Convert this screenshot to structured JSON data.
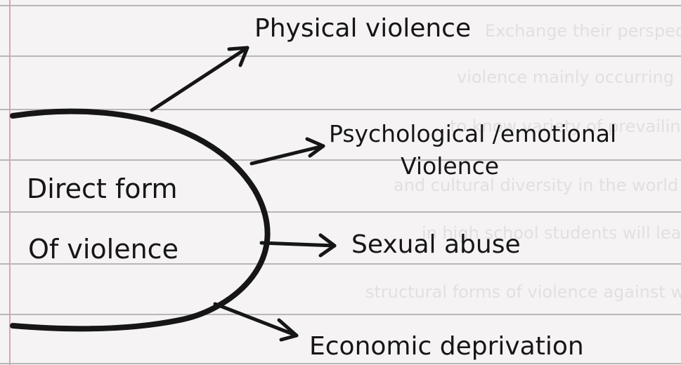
{
  "colors": {
    "paper": "#f5f3f4",
    "rule_line": "#b9b6ba",
    "margin_line": "#d9a6ad",
    "ink": "#161616",
    "bleed_through": "#8a8a8c"
  },
  "center": {
    "line1": "Direct form",
    "line2": "Of violence"
  },
  "branches": [
    {
      "label": "Physical violence"
    },
    {
      "label": "Psychological /emotional",
      "label2": "Violence"
    },
    {
      "label": "Sexual abuse"
    },
    {
      "label": "Economic deprivation"
    }
  ],
  "bleed_through": {
    "lines": [
      "Exchange their perspectives on reasons of",
      "violence mainly occurring in daily life, get",
      "to know variety of prevailing thinking",
      "and cultural diversity in the world of ideas",
      "in high school students will learn about",
      "structural forms of violence against women"
    ]
  }
}
